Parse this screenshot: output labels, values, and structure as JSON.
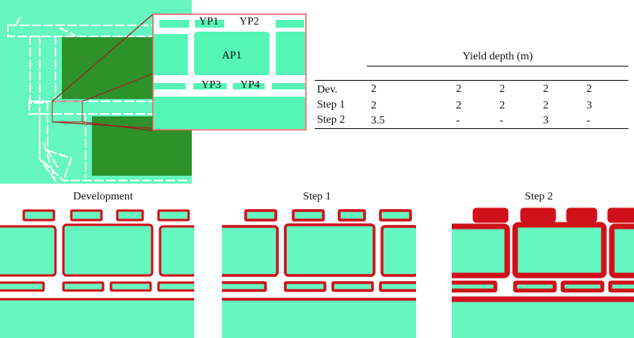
{
  "inset_labels": {
    "yp1": "YP1",
    "yp2": "YP2",
    "ap1": "AP1",
    "yp3": "YP3",
    "yp4": "YP4"
  },
  "table": {
    "header": "Yield depth (m)",
    "rows": [
      {
        "label": "Dev.",
        "values": [
          "2",
          "2",
          "2",
          "2",
          "2"
        ]
      },
      {
        "label": "Step 1",
        "values": [
          "2",
          "2",
          "2",
          "2",
          "3"
        ]
      },
      {
        "label": "Step 2",
        "values": [
          "3.5",
          "-",
          "-",
          "3",
          "-"
        ]
      }
    ]
  },
  "panels": [
    {
      "title": "Development"
    },
    {
      "title": "Step 1"
    },
    {
      "title": "Step 2"
    }
  ],
  "colors": {
    "ground": "#66f7c0",
    "pit": "#2d922a",
    "yield": "#d0101a",
    "zoom_frame": "#e06060"
  }
}
